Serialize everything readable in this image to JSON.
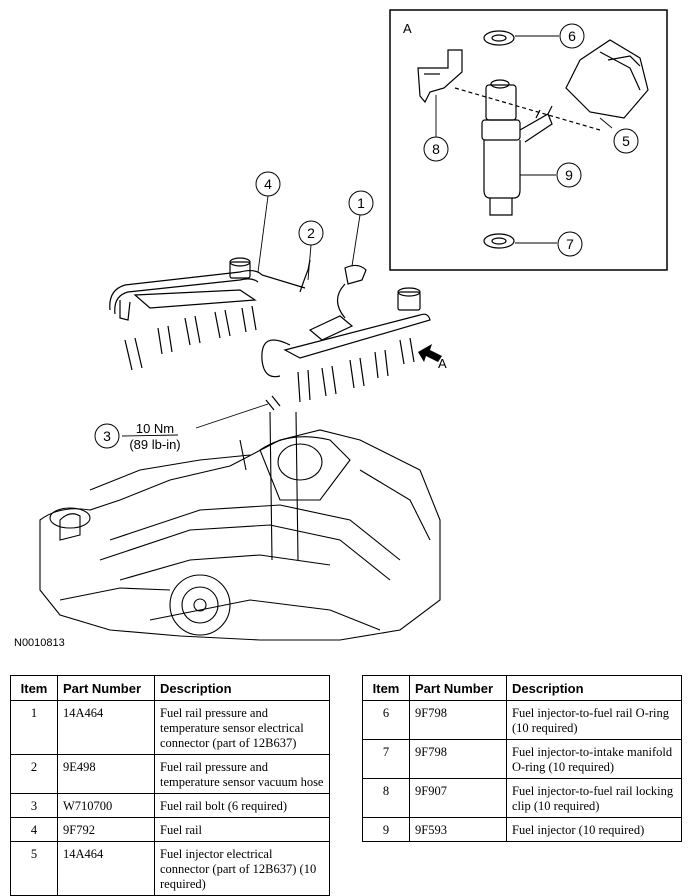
{
  "diagram": {
    "inset_label": "A",
    "view_arrow_label": "A",
    "torque_line1": "10 Nm",
    "torque_line2": "(89 lb-in)",
    "figure_id": "N0010813",
    "callouts": [
      "1",
      "2",
      "3",
      "4",
      "5",
      "6",
      "7",
      "8",
      "9"
    ]
  },
  "table_headers": {
    "item": "Item",
    "part_number": "Part Number",
    "description": "Description"
  },
  "table_left": [
    {
      "item": "1",
      "part_number": "14A464",
      "description": "Fuel rail pressure and temperature sensor electrical connector (part of 12B637)"
    },
    {
      "item": "2",
      "part_number": "9E498",
      "description": "Fuel rail pressure and temperature sensor vacuum hose"
    },
    {
      "item": "3",
      "part_number": "W710700",
      "description": "Fuel rail bolt (6 required)"
    },
    {
      "item": "4",
      "part_number": "9F792",
      "description": "Fuel rail"
    },
    {
      "item": "5",
      "part_number": "14A464",
      "description": "Fuel injector electrical connector (part of 12B637) (10 required)"
    }
  ],
  "table_right": [
    {
      "item": "6",
      "part_number": "9F798",
      "description": "Fuel injector-to-fuel rail O-ring (10 required)"
    },
    {
      "item": "7",
      "part_number": "9F798",
      "description": "Fuel injector-to-intake manifold O-ring (10 required)"
    },
    {
      "item": "8",
      "part_number": "9F907",
      "description": "Fuel injector-to-fuel rail locking clip (10 required)"
    },
    {
      "item": "9",
      "part_number": "9F593",
      "description": "Fuel injector (10 required)"
    }
  ]
}
